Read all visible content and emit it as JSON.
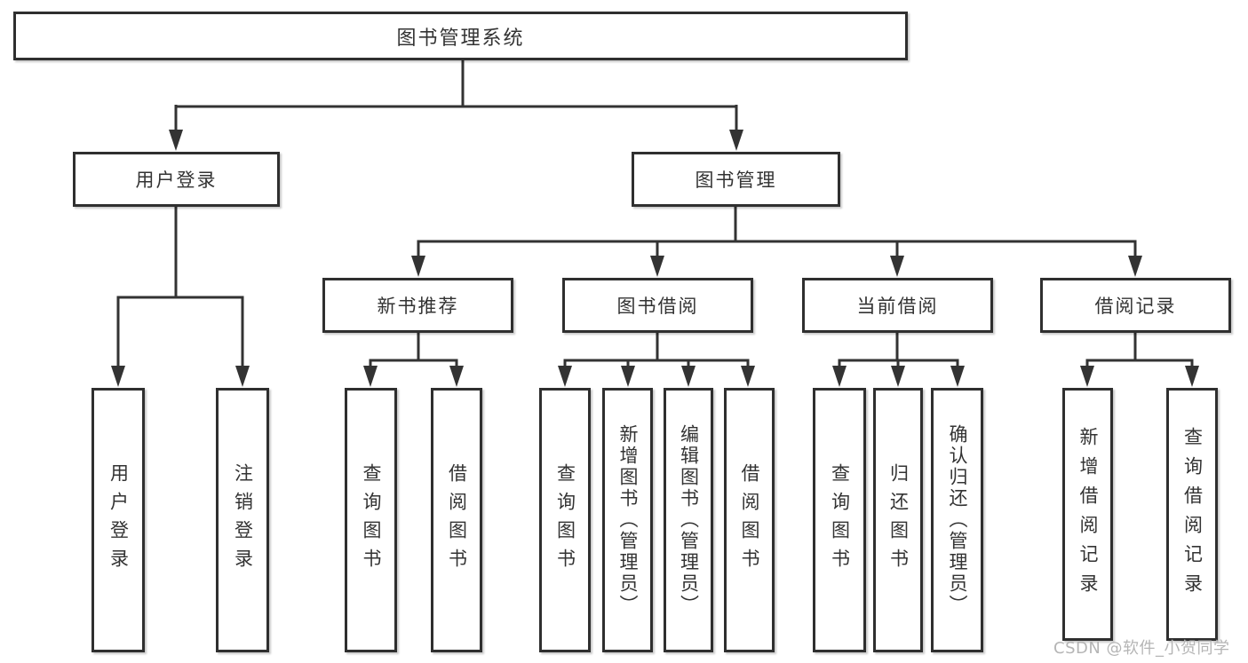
{
  "tree": {
    "root": {
      "label": "图书管理系统",
      "children": [
        {
          "label": "用户登录",
          "children": [
            {
              "label": "用户登录"
            },
            {
              "label": "注销登录"
            }
          ]
        },
        {
          "label": "图书管理",
          "children": [
            {
              "label": "新书推荐",
              "children": [
                {
                  "label": "查询图书"
                },
                {
                  "label": "借阅图书"
                }
              ]
            },
            {
              "label": "图书借阅",
              "children": [
                {
                  "label": "查询图书"
                },
                {
                  "label": "新增图书（管理员）"
                },
                {
                  "label": "编辑图书（管理员）"
                },
                {
                  "label": "借阅图书"
                }
              ]
            },
            {
              "label": "当前借阅",
              "children": [
                {
                  "label": "查询图书"
                },
                {
                  "label": "归还图书"
                },
                {
                  "label": "确认归还（管理员）"
                }
              ]
            },
            {
              "label": "借阅记录",
              "children": [
                {
                  "label": "新增借阅记录"
                },
                {
                  "label": "查询借阅记录"
                }
              ]
            }
          ]
        }
      ]
    }
  },
  "watermark": {
    "text": "CSDN @软件_小贺同学"
  },
  "colors": {
    "line": "#333333",
    "box_border": "#2f2f2f",
    "box_fill": "#ffffff",
    "text": "#333333",
    "watermark": "#b5b5b5",
    "background": "#ffffff"
  }
}
